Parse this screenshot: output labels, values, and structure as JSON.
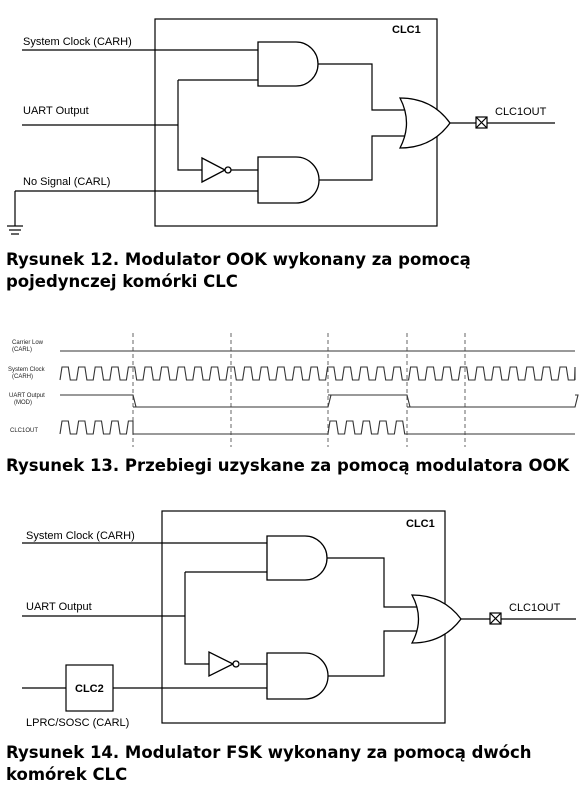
{
  "figure1": {
    "block_label": "CLC1",
    "inputs": [
      "System Clock (CARH)",
      "UART Output",
      "No Signal (CARL)"
    ],
    "output": "CLC1OUT",
    "caption": "Rysunek 12. Modulator OOK wykonany za pomocą pojedynczej komórki CLC"
  },
  "figure2": {
    "signals": [
      {
        "name_line1": "Carrier Low",
        "name_line2": "(CARL)"
      },
      {
        "name_line1": "System Clock",
        "name_line2": "(CARH)"
      },
      {
        "name_line1": "UART Output",
        "name_line2": "(MOD)"
      },
      {
        "name_line1": "CLC1OUT",
        "name_line2": ""
      }
    ],
    "uart_levels": [
      1,
      0,
      0,
      1,
      0,
      0,
      1
    ],
    "caption": "Rysunek 13. Przebiegi uzyskane za pomocą modulatora OOK"
  },
  "figure3": {
    "block_label": "CLC1",
    "inputs": [
      "System Clock (CARH)",
      "UART Output"
    ],
    "sub_block_label": "CLC2",
    "sub_block_caption": "LPRC/SOSC (CARL)",
    "output": "CLC1OUT",
    "caption": "Rysunek 14. Modulator FSK wykonany za pomocą dwóch komórek CLC"
  }
}
